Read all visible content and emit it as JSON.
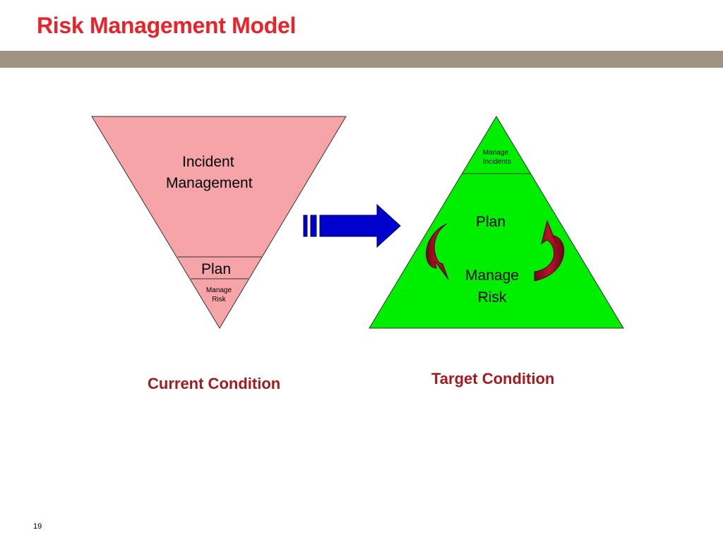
{
  "slide": {
    "title": "Risk Management Model",
    "page_number": "19",
    "colors": {
      "title": "#e8232a",
      "title_bar": "#a09382",
      "current_triangle": "#f6a4a8",
      "target_triangle": "#00ee00",
      "transition_arrow": "#0000cc",
      "cycle_arrows": "#9e0b1d",
      "captions": "#a31a1f"
    }
  },
  "current": {
    "caption": "Current Condition",
    "top_label_line1": "Incident",
    "top_label_line2": "Management",
    "middle_label": "Plan",
    "bottom_label_line1": "Manage",
    "bottom_label_line2": "Risk"
  },
  "target": {
    "caption": "Target Condition",
    "top_label_line1": "Manage",
    "top_label_line2": "Incidents",
    "plan_label": "Plan",
    "manage_line1": "Manage",
    "manage_line2": "Risk"
  },
  "icons": {
    "transition": "right-arrow-icon",
    "cycle_left": "curved-arrow-down-icon",
    "cycle_right": "curved-arrow-up-icon"
  }
}
